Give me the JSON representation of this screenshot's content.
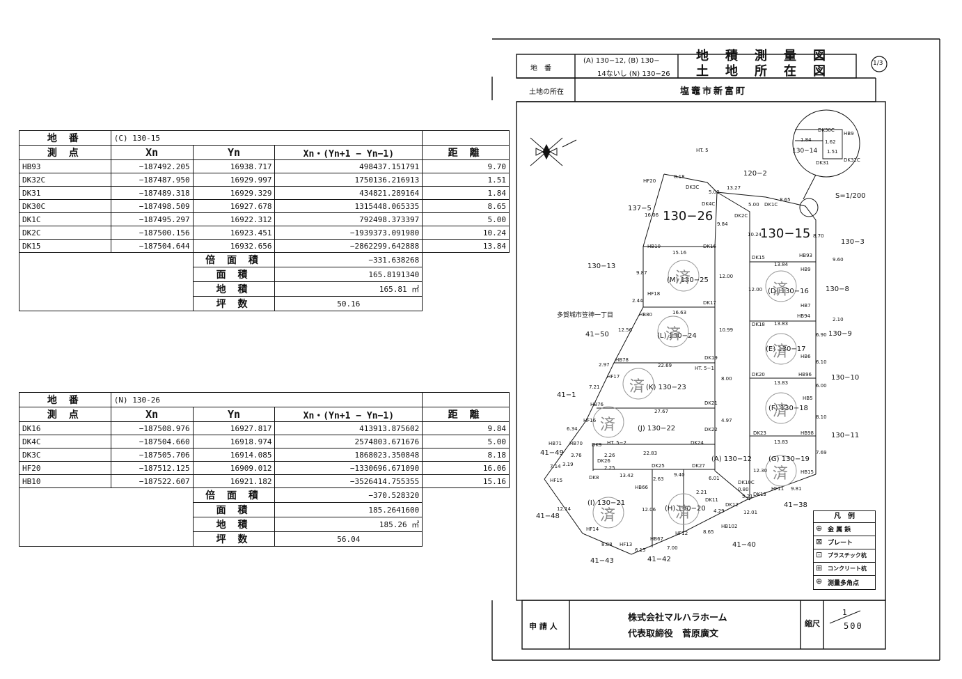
{
  "table1": {
    "lot_label": "地 番",
    "lot_value": "(C) 130-15",
    "col_point": "測 点",
    "col_xn": "Xn",
    "col_yn": "Yn",
    "col_calc": "Xn・(Yn+1 − Yn−1)",
    "col_dist": "距 離",
    "rows": [
      {
        "pt": "HB93",
        "xn": "−187492.205",
        "yn": "16938.717",
        "calc": "498437.151791",
        "dist": "9.70"
      },
      {
        "pt": "DK32C",
        "xn": "−187487.950",
        "yn": "16929.997",
        "calc": "1750136.216913",
        "dist": "1.51"
      },
      {
        "pt": "DK31",
        "xn": "−187489.318",
        "yn": "16929.329",
        "calc": "434821.289164",
        "dist": "1.84"
      },
      {
        "pt": "DK30C",
        "xn": "−187498.509",
        "yn": "16927.678",
        "calc": "1315448.065335",
        "dist": "8.65"
      },
      {
        "pt": "DK1C",
        "xn": "−187495.297",
        "yn": "16922.312",
        "calc": "792498.373397",
        "dist": "5.00"
      },
      {
        "pt": "DK2C",
        "xn": "−187500.156",
        "yn": "16923.451",
        "calc": "−1939373.091980",
        "dist": "10.24"
      },
      {
        "pt": "DK15",
        "xn": "−187504.644",
        "yn": "16932.656",
        "calc": "−2862299.642888",
        "dist": "13.84"
      }
    ],
    "sum_rows": [
      {
        "label": "倍 面 積",
        "value": "−331.638268"
      },
      {
        "label": "面 積",
        "value": "165.8191340"
      },
      {
        "label": "地 積",
        "value": "165.81 ㎡"
      },
      {
        "label": "坪 数",
        "value": "50.16"
      }
    ]
  },
  "table2": {
    "lot_label": "地 番",
    "lot_value": "(N) 130-26",
    "col_point": "測 点",
    "col_xn": "Xn",
    "col_yn": "Yn",
    "col_calc": "Xn・(Yn+1 − Yn−1)",
    "col_dist": "距 離",
    "rows": [
      {
        "pt": "DK16",
        "xn": "−187508.976",
        "yn": "16927.817",
        "calc": "413913.875602",
        "dist": "9.84"
      },
      {
        "pt": "DK4C",
        "xn": "−187504.660",
        "yn": "16918.974",
        "calc": "2574803.671676",
        "dist": "5.00"
      },
      {
        "pt": "DK3C",
        "xn": "−187505.706",
        "yn": "16914.085",
        "calc": "1868023.350848",
        "dist": "8.18"
      },
      {
        "pt": "HF20",
        "xn": "−187512.125",
        "yn": "16909.012",
        "calc": "−1330696.671090",
        "dist": "16.06"
      },
      {
        "pt": "HB10",
        "xn": "−187522.607",
        "yn": "16921.182",
        "calc": "−3526414.755355",
        "dist": "15.16"
      }
    ],
    "sum_rows": [
      {
        "label": "倍 面 積",
        "value": "−370.528320"
      },
      {
        "label": "面 積",
        "value": "185.2641600"
      },
      {
        "label": "地 積",
        "value": "185.26 ㎡"
      },
      {
        "label": "坪 数",
        "value": "56.04"
      }
    ]
  },
  "sheet": {
    "lot_label": "地　番",
    "lot_value_line1": "(A) 130−12, (B) 130−",
    "lot_value_line2": "14ないし (N) 130−26",
    "title_line1": "地積測量図",
    "title_line2": "土地所在図",
    "page_no": "1/3",
    "location_label": "土地の所在",
    "location_value": "塩竈市新富町",
    "applicant_label": "申 請 人",
    "applicant_company": "株式会社マルハラホーム",
    "applicant_rep": "代表取締役　菅原廣文",
    "scale_label": "縮尺",
    "scale_num": "1",
    "scale_den": "500"
  },
  "legend": {
    "title": "凡　例",
    "items": [
      {
        "symbol": "⊕",
        "label": "金 属 鋲"
      },
      {
        "symbol": "⊠",
        "label": "プレート"
      },
      {
        "symbol": "⊡",
        "label": "プラスチック杭"
      },
      {
        "symbol": "⊞",
        "label": "コンクリート杭"
      },
      {
        "symbol": "⊕",
        "label": "測量多角点"
      }
    ]
  },
  "map": {
    "detail_scale": "S=1/200",
    "detail_lot": "130−14",
    "lots_big": [
      "130−26",
      "130−15"
    ],
    "lot_labels": [
      "(M) 130−25",
      "(L) 130−24",
      "(K) 130−23",
      "(J) 130−22",
      "(I) 130−21",
      "(H) 130−20",
      "(A) 130−12",
      "(D) 130−16",
      "(E) 130−17",
      "(F) 130−18",
      "(G) 130−19"
    ],
    "adjacent": [
      "120−2",
      "137−5",
      "130−13",
      "130−3",
      "130−8",
      "130−9",
      "130−10",
      "130−11",
      "41−50",
      "41−1",
      "41−49",
      "41−48",
      "41−43",
      "41−42",
      "41−40",
      "41−38"
    ],
    "town_note": "多賀城市笠神一丁目",
    "stamp": "済",
    "points": [
      "HT. 5",
      "HF20",
      "DK3C",
      "DK4C",
      "DK1C",
      "DK2C",
      "HB10",
      "DK16",
      "DK15",
      "HB93",
      "HB9",
      "HF18",
      "DK17",
      "HB7",
      "HB94",
      "HB80",
      "DK18",
      "HB6",
      "DK19",
      "HT. 5−1",
      "HB78",
      "HF17",
      "DK20",
      "HB96",
      "HB76",
      "DK21",
      "HB5",
      "HF16",
      "DK22",
      "DK23",
      "HB98",
      "HB71",
      "HB70",
      "DK9",
      "HT. 5−2",
      "DK24",
      "DK26",
      "DK25",
      "DK27",
      "DK8",
      "HF15",
      "HB66",
      "DK10C",
      "DK11",
      "DK12",
      "DK13",
      "HF11",
      "HB15",
      "HF14",
      "HB67",
      "HF12",
      "HB102",
      "HF13",
      "DK30C",
      "DK31",
      "DK32C"
    ],
    "dists": [
      "8.18",
      "5.00",
      "13.27",
      "8.65",
      "5.00",
      "16.06",
      "9.84",
      "10.24",
      "8.70",
      "15.16",
      "13.84",
      "9.60",
      "9.87",
      "12.00",
      "12.00",
      "2.44",
      "16.63",
      "2.10",
      "13.83",
      "10.99",
      "6.90",
      "12.56",
      "22.69",
      "6.10",
      "8.00",
      "2.97",
      "7.21",
      "13.83",
      "6.00",
      "27.67",
      "4.97",
      "8.10",
      "6.34",
      "13.83",
      "3.76",
      "2.26",
      "22.83",
      "7.69",
      "3.19",
      "2.25",
      "13.42",
      "2.63",
      "9.40",
      "6.01",
      "12.30",
      "7.14",
      "0.80",
      "2.21",
      "5.21",
      "9.81",
      "12.14",
      "12.06",
      "4.29",
      "12.01",
      "8.65",
      "8.88",
      "6.15",
      "7.00",
      "1.84",
      "1.62",
      "1.51"
    ]
  }
}
